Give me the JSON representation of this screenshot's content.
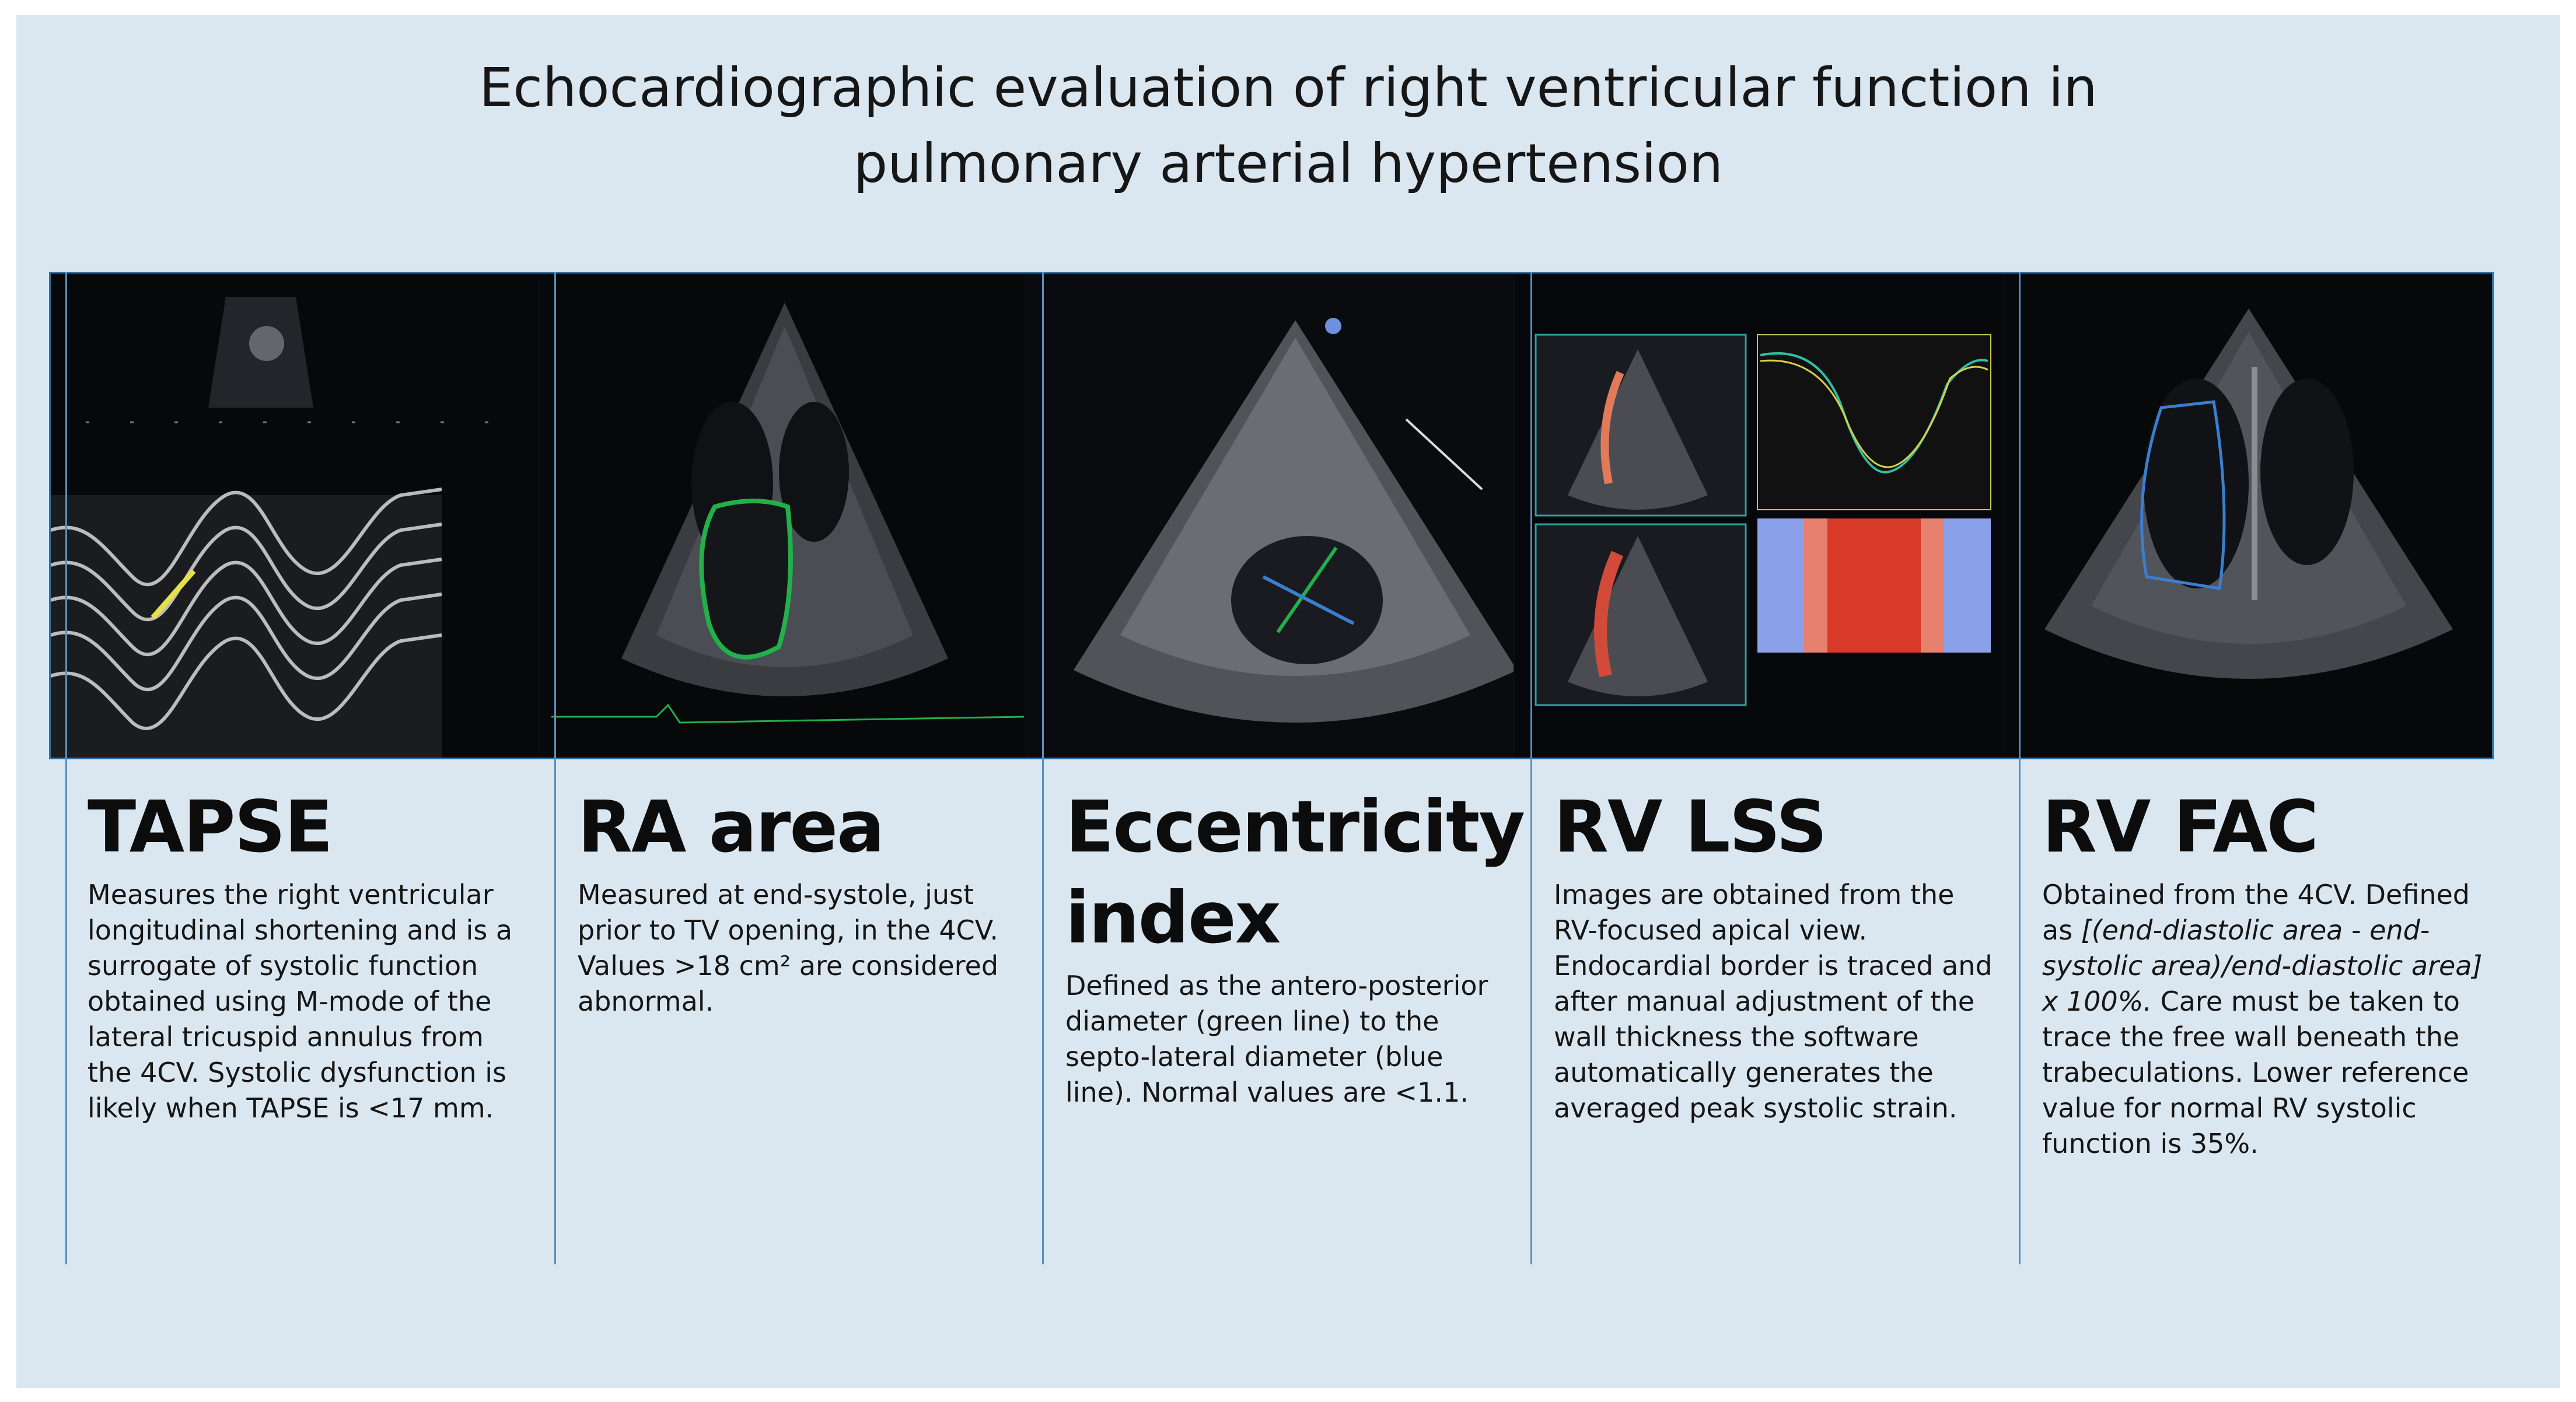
{
  "title": "Echocardiographic evaluation of right ventricular function in\npulmonary arterial hypertension",
  "panels": [
    {
      "heading": "TAPSE",
      "text": "Measures the right ventricular longitudinal shortening and is a surrogate of systolic function obtained using M-mode of the lateral tricuspid annulus from the 4CV. Systolic dysfunction is likely when TAPSE is <17 mm.",
      "image": "M-mode echocardiogram with yellow TAPSE measurement line"
    },
    {
      "heading": "RA area",
      "text": "Measured at end-systole, just prior to TV opening, in the 4CV. Values >18 cm² are considered abnormal.",
      "image": "Apical four-chamber view with green right atrial area trace"
    },
    {
      "heading": "Eccentricity index",
      "text": "Defined as the antero-posterior diameter (green line) to the septo-lateral diameter (blue line). Normal values are <1.1.",
      "image": "Parasternal short-axis view with green and blue diameter lines"
    },
    {
      "heading": "RV LSS",
      "text": "Images are obtained from the RV-focused apical view. Endocardial border is traced and after manual adjustment of the wall thickness the software automatically generates the averaged peak systolic strain.",
      "image": "Speckle tracking strain analysis with curves and color map"
    },
    {
      "heading": "RV FAC",
      "text_before": "Obtained from the 4CV. Defined as ",
      "text_formula": "[(end-diastolic area - end-systolic area)/end-diastolic area] x 100%.",
      "text_after": " Care must be taken to trace the free wall beneath the trabeculations. Lower reference value for normal RV systolic function is 35%.",
      "image": "Apical four-chamber view with blue right ventricular area trace"
    }
  ],
  "colors": {
    "background": "#dbe7f0",
    "divider": "#5b8fbf",
    "trace_green": "#22b04a",
    "trace_yellow": "#e6e04a",
    "trace_blue": "#3a7fd0"
  }
}
